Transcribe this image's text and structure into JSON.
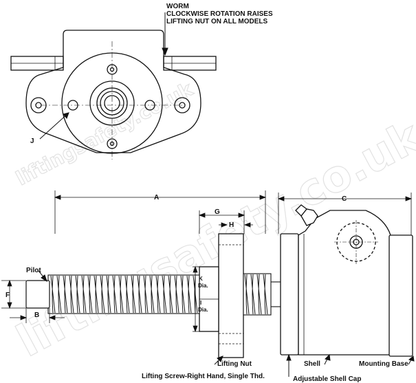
{
  "notes": {
    "worm_line1": "WORM",
    "worm_line2": "CLOCKWISE ROTATION RAISES",
    "worm_line3": "LIFTING NUT ON ALL MODELS"
  },
  "labels": {
    "J": "J",
    "A": "A",
    "C": "C",
    "G": "G",
    "H": "H",
    "K": "K",
    "K_dia": "Dia.",
    "I": "I",
    "I_dia": "Dia.",
    "F": "F",
    "B": "B",
    "pilot": "Pilot",
    "lifting_nut": "Lifting Nut",
    "lifting_screw": "Lifting Screw-Right Hand, Single Thd.",
    "shell": "Shell",
    "adjustable_shell_cap": "Adjustable Shell Cap",
    "mounting_base": "Mounting Base"
  },
  "watermark": {
    "text_large": "liftingsafety.co.uk",
    "text_small": "liftingsafety.co.uk"
  },
  "colors": {
    "line": "#111111",
    "watermark": "#e2e2e2"
  }
}
